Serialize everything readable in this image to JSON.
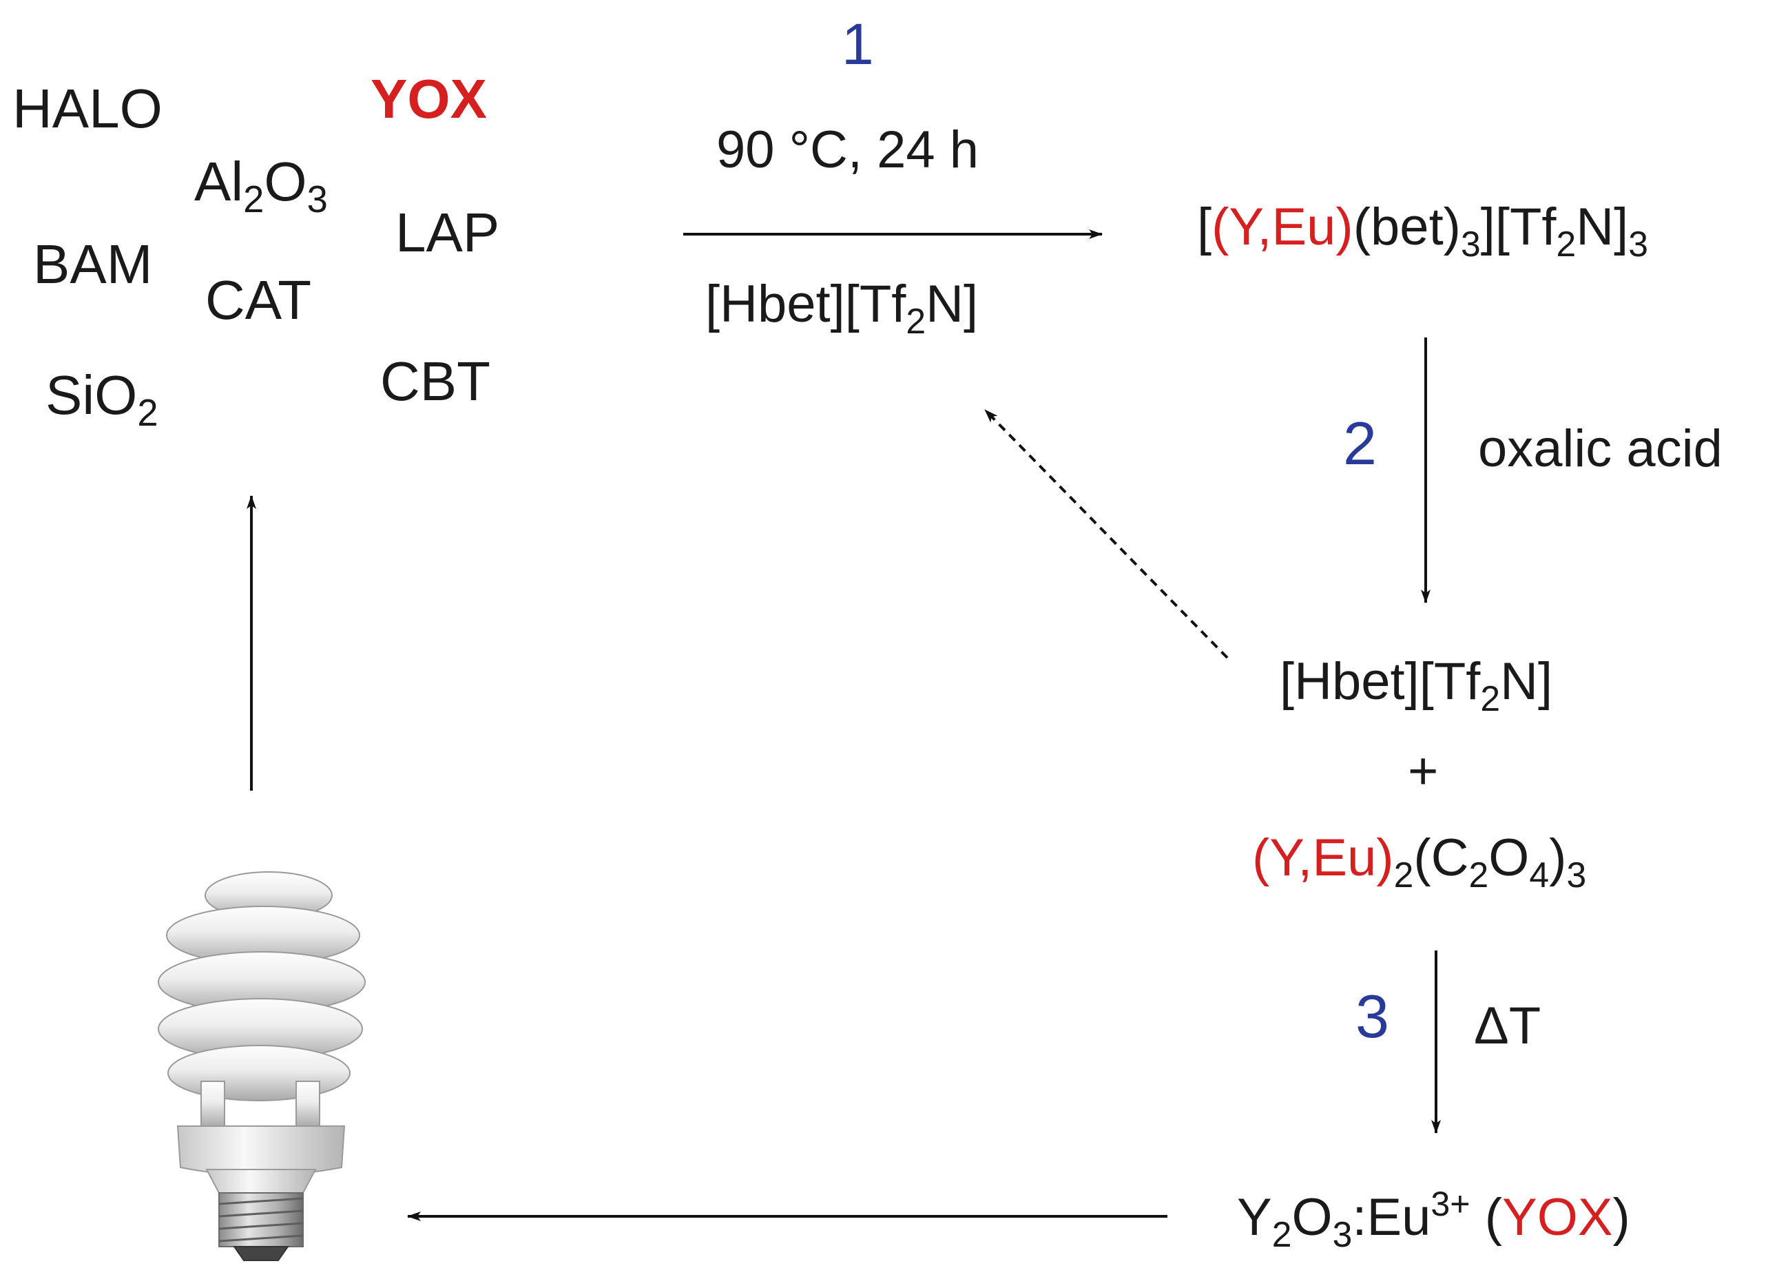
{
  "phosphors": {
    "halo": "HALO",
    "yox": "YOX",
    "al2o3": {
      "a": "Al",
      "s1": "2",
      "b": "O",
      "s2": "3"
    },
    "lap": "LAP",
    "bam": "BAM",
    "cat": "CAT",
    "sio2": {
      "a": "SiO",
      "s1": "2"
    },
    "cbt": "CBT"
  },
  "step1": {
    "number": "1",
    "condition": "90 °C, 24 h",
    "reagent": {
      "a": "[Hbet][Tf",
      "s1": "2",
      "b": "N]"
    }
  },
  "complex": {
    "open": "[",
    "metals": "(Y,Eu)",
    "ligand": "(bet)",
    "s1": "3",
    "anion": "][Tf",
    "s2": "2",
    "tail": "N]",
    "s3": "3"
  },
  "step2": {
    "number": "2",
    "reagent": "oxalic acid"
  },
  "products": {
    "il": {
      "a": "[Hbet][Tf",
      "s1": "2",
      "b": "N]"
    },
    "plus": "+",
    "oxalate": {
      "metals": "(Y,Eu)",
      "s1": "2",
      "a": "(C",
      "s2": "2",
      "b": "O",
      "s3": "4",
      "c": ")",
      "s4": "3"
    }
  },
  "step3": {
    "number": "3",
    "condition": "ΔT"
  },
  "final": {
    "a": "Y",
    "s1": "2",
    "b": "O",
    "s2": "3",
    "c": ":Eu",
    "sup": "3+",
    "d": " (",
    "yox": "YOX",
    "e": ")"
  },
  "colors": {
    "step_number": "#2a3a9a",
    "highlight": "#d62020",
    "text": "#1a1a1a"
  },
  "icons": {
    "lamp": "compact-fluorescent-lamp-icon"
  }
}
